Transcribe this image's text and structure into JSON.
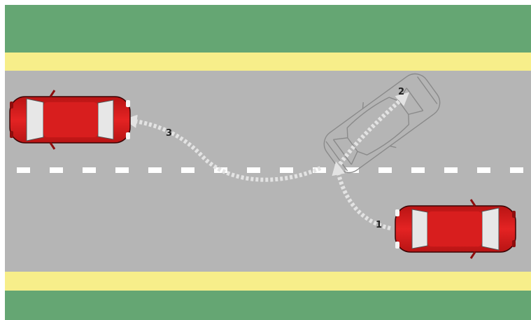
{
  "colors": {
    "verge": "#65a673",
    "shoulder": "#f7ee8a",
    "road": "#b5b5b5",
    "lane_marking": "#ffffff",
    "car_body": "#d81e1e",
    "car_dark": "#8e0d0d",
    "car_glass": "#e7e7e7",
    "ghost_outline": "#8a8a8a",
    "path_dots": "#e3e3e3"
  },
  "diagram": {
    "steps": [
      {
        "id": "step-1",
        "label": "1"
      },
      {
        "id": "step-2",
        "label": "2"
      },
      {
        "id": "step-3",
        "label": "3"
      }
    ],
    "vehicles": [
      {
        "id": "car-start",
        "state": "start position"
      },
      {
        "id": "car-turning",
        "state": "mid-turn outline"
      },
      {
        "id": "car-finish",
        "state": "final position"
      }
    ]
  }
}
